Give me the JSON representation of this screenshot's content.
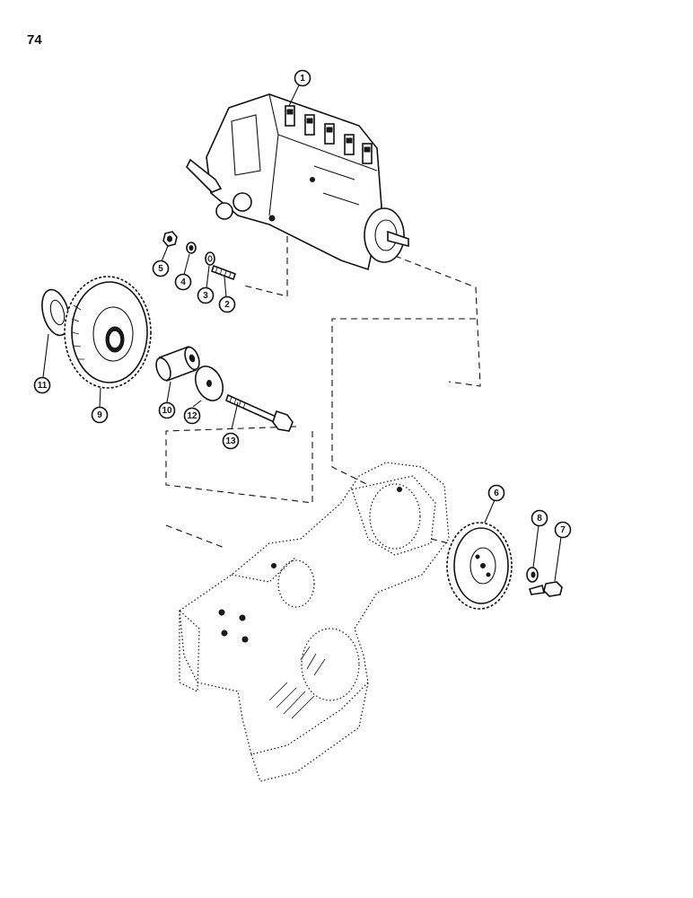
{
  "page": {
    "number": "74"
  },
  "callouts": [
    {
      "id": "1"
    },
    {
      "id": "2"
    },
    {
      "id": "3"
    },
    {
      "id": "4"
    },
    {
      "id": "5"
    },
    {
      "id": "6"
    },
    {
      "id": "7"
    },
    {
      "id": "8"
    },
    {
      "id": "9"
    },
    {
      "id": "10"
    },
    {
      "id": "11"
    },
    {
      "id": "12"
    },
    {
      "id": "13"
    }
  ],
  "parts": [
    {
      "ref": "1",
      "icon": "fuel-injection-pump-icon"
    },
    {
      "ref": "2",
      "icon": "stud-icon"
    },
    {
      "ref": "3",
      "icon": "flat-washer-icon"
    },
    {
      "ref": "4",
      "icon": "lock-washer-icon"
    },
    {
      "ref": "5",
      "icon": "nut-icon"
    },
    {
      "ref": "6",
      "icon": "drive-gear-icon"
    },
    {
      "ref": "7",
      "icon": "cap-screw-icon"
    },
    {
      "ref": "8",
      "icon": "lock-washer-icon"
    },
    {
      "ref": "9",
      "icon": "idler-gear-icon"
    },
    {
      "ref": "10",
      "icon": "bushing-icon"
    },
    {
      "ref": "11",
      "icon": "thrust-washer-icon"
    },
    {
      "ref": "12",
      "icon": "washer-icon"
    },
    {
      "ref": "13",
      "icon": "bolt-icon"
    }
  ],
  "housing": {
    "icon": "timing-gear-housing-icon"
  }
}
